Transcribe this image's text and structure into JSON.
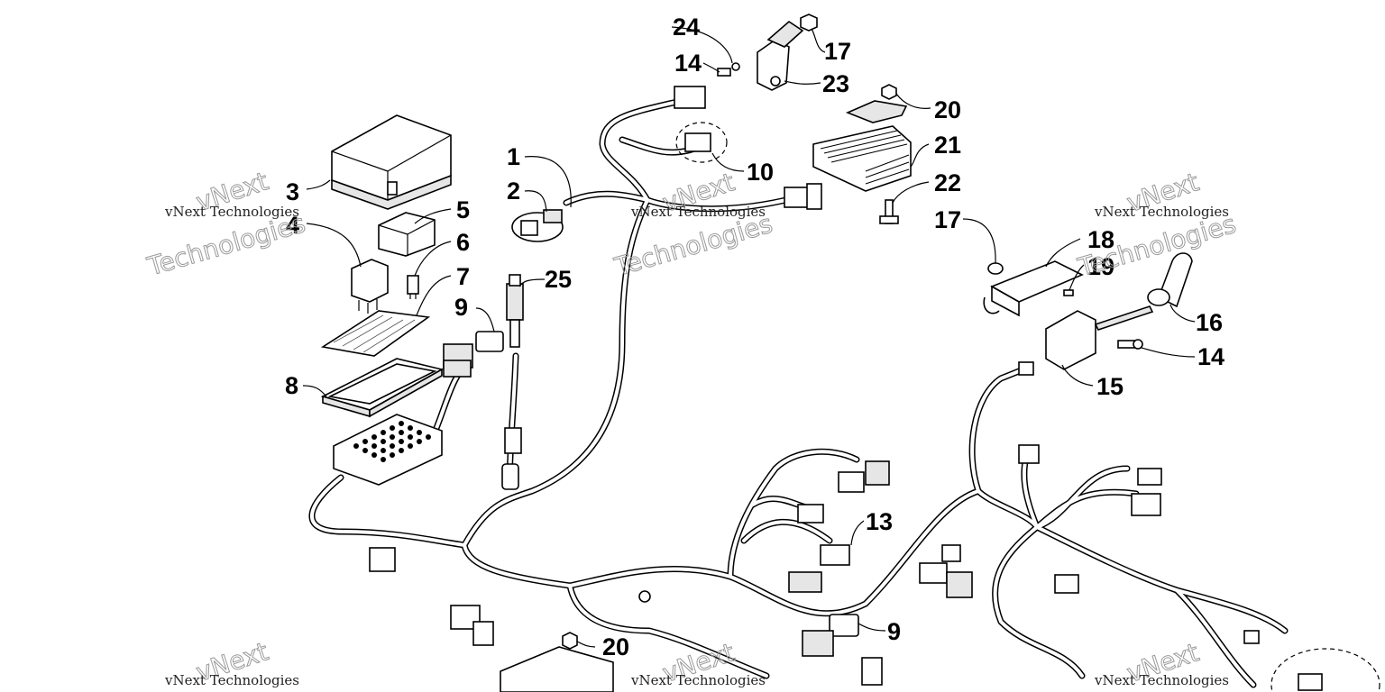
{
  "callouts": {
    "c1": "1",
    "c2": "2",
    "c3": "3",
    "c4": "4",
    "c5": "5",
    "c6": "6",
    "c7": "7",
    "c8": "8",
    "c9a": "9",
    "c9b": "9",
    "c10": "10",
    "c13": "13",
    "c14a": "14",
    "c14b": "14",
    "c15": "15",
    "c16": "16",
    "c17a": "17",
    "c17b": "17",
    "c18": "18",
    "c19": "19",
    "c20a": "20",
    "c20b": "20",
    "c21": "21",
    "c22": "22",
    "c23": "23",
    "c24": "24",
    "c25": "25"
  },
  "watermark": {
    "brand": "vNext",
    "company": "vNext Technologies",
    "tech": "Technologies"
  }
}
